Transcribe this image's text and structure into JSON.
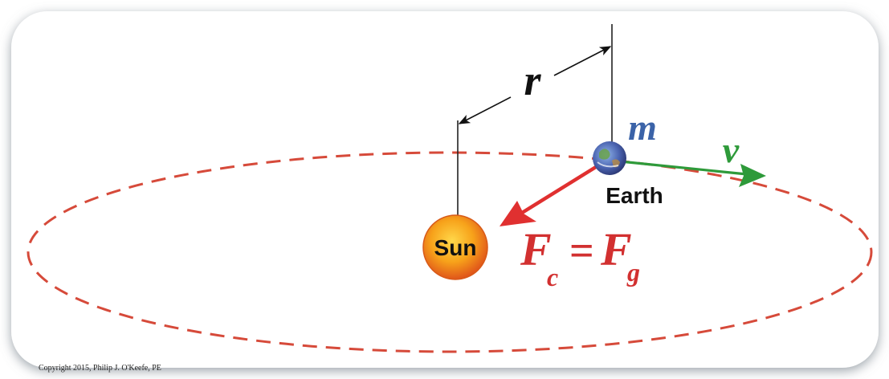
{
  "labels": {
    "radius": "r",
    "mass": "m",
    "velocity": "v",
    "earth": "Earth",
    "sun": "Sun",
    "force_c": "F",
    "force_c_sub": "c",
    "equals": "=",
    "force_g": "F",
    "force_g_sub": "g"
  },
  "copyright": "Copyright 2015, Philip J. O'Keefe, PE",
  "colors": {
    "orbit": "#d64a3a",
    "force_arrow": "#e03030",
    "velocity_arrow": "#2e9a3a",
    "mass_label": "#3b63a8",
    "equation": "#d23030",
    "sun_core": "#f7a21a",
    "sun_edge": "#e2661a",
    "frame_shadow": "#9aa3ad"
  },
  "icons": [
    "sun-icon",
    "earth-icon"
  ]
}
